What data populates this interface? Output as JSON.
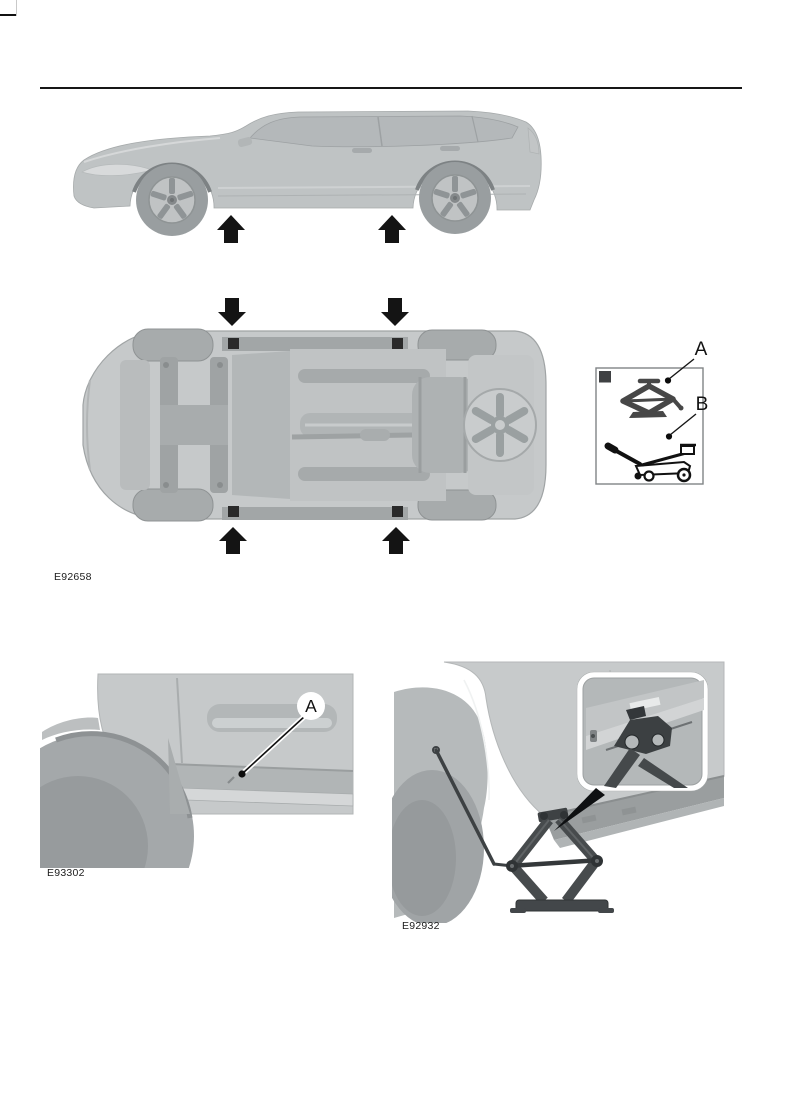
{
  "figures": {
    "overview": {
      "code": "E92658",
      "legend": {
        "label_a": "A",
        "label_b": "B"
      }
    },
    "sill_detail": {
      "code": "E93302",
      "label_a": "A"
    },
    "jack_detail": {
      "code": "E92932"
    }
  },
  "icons": {
    "up_arrow": "jacking-point-up-arrow",
    "down_arrow": "jacking-point-down-arrow",
    "jack_pad": "jacking-pad-square",
    "scissor_jack": "scissor-jack-icon",
    "trolley_jack": "trolley-jack-icon",
    "callout_dot": "callout-dot",
    "inset_pointer": "inset-pointer-wedge"
  },
  "colors": {
    "arrow_black": "#141414",
    "callout_black": "#111111",
    "car_body_gray": "#c4c7c8",
    "car_shade_gray": "#a7abac",
    "jack_dark_gray": "#474b4d",
    "legend_border_gray": "#808486"
  }
}
